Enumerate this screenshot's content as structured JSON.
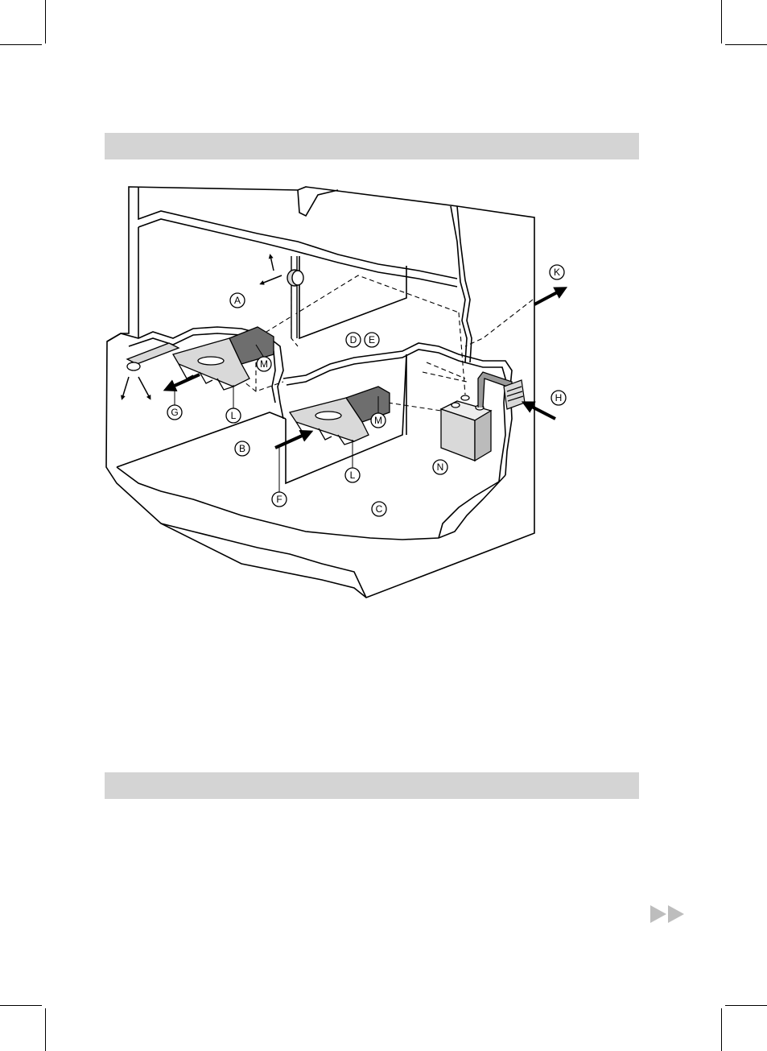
{
  "figure": {
    "labels": {
      "A": "A",
      "B": "B",
      "C": "C",
      "D": "D",
      "E": "E",
      "F": "F",
      "G": "G",
      "H": "H",
      "K": "K",
      "L1": "L",
      "L2": "L",
      "M1": "M",
      "M2": "M",
      "N": "N"
    }
  },
  "colors": {
    "section_bar": "#d4d4d4",
    "duct_dark": "#6e6e6e",
    "component_light": "#d9d9d9"
  },
  "icons": {
    "next_page": "double-right-triangle-icon"
  }
}
